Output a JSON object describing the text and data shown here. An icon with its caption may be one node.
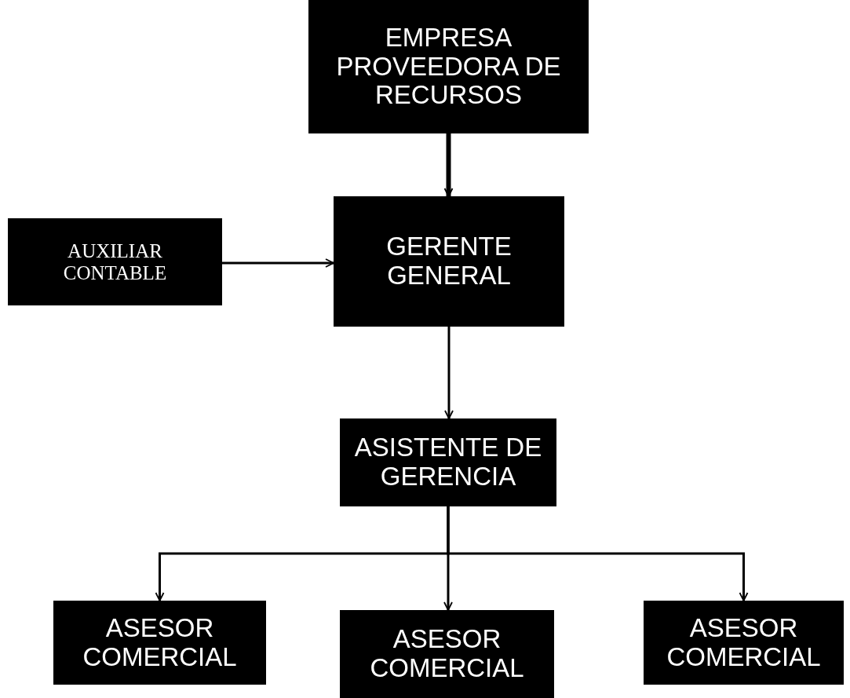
{
  "diagram": {
    "nodes": [
      {
        "text": [
          "EMPRESA PROVEEDORA DE RECURSOS"
        ]
      },
      {
        "text": [
          "AUXILIAR CONTABLE"
        ]
      },
      {
        "text": [
          "GERENTE GENERAL"
        ]
      },
      {
        "text": [
          "ASISTENTE DE GERENCIA"
        ]
      },
      {
        "text": [
          "ASESOR COMERCIAL"
        ]
      },
      {
        "text": [
          "ASESOR COMERCIAL"
        ]
      },
      {
        "text": [
          "ASESOR COMERCIAL"
        ]
      }
    ],
    "edges": [
      {
        "from": 0,
        "to": 2,
        "arrow": "to",
        "style": "thick"
      },
      {
        "from": 1,
        "to": 2,
        "arrow": "to"
      },
      {
        "from": 2,
        "to": 3,
        "arrow": "to"
      },
      {
        "from": 3,
        "to": 4,
        "arrow": "to"
      },
      {
        "from": 3,
        "to": 5,
        "arrow": "to"
      },
      {
        "from": 3,
        "to": 6,
        "arrow": "to"
      }
    ]
  }
}
